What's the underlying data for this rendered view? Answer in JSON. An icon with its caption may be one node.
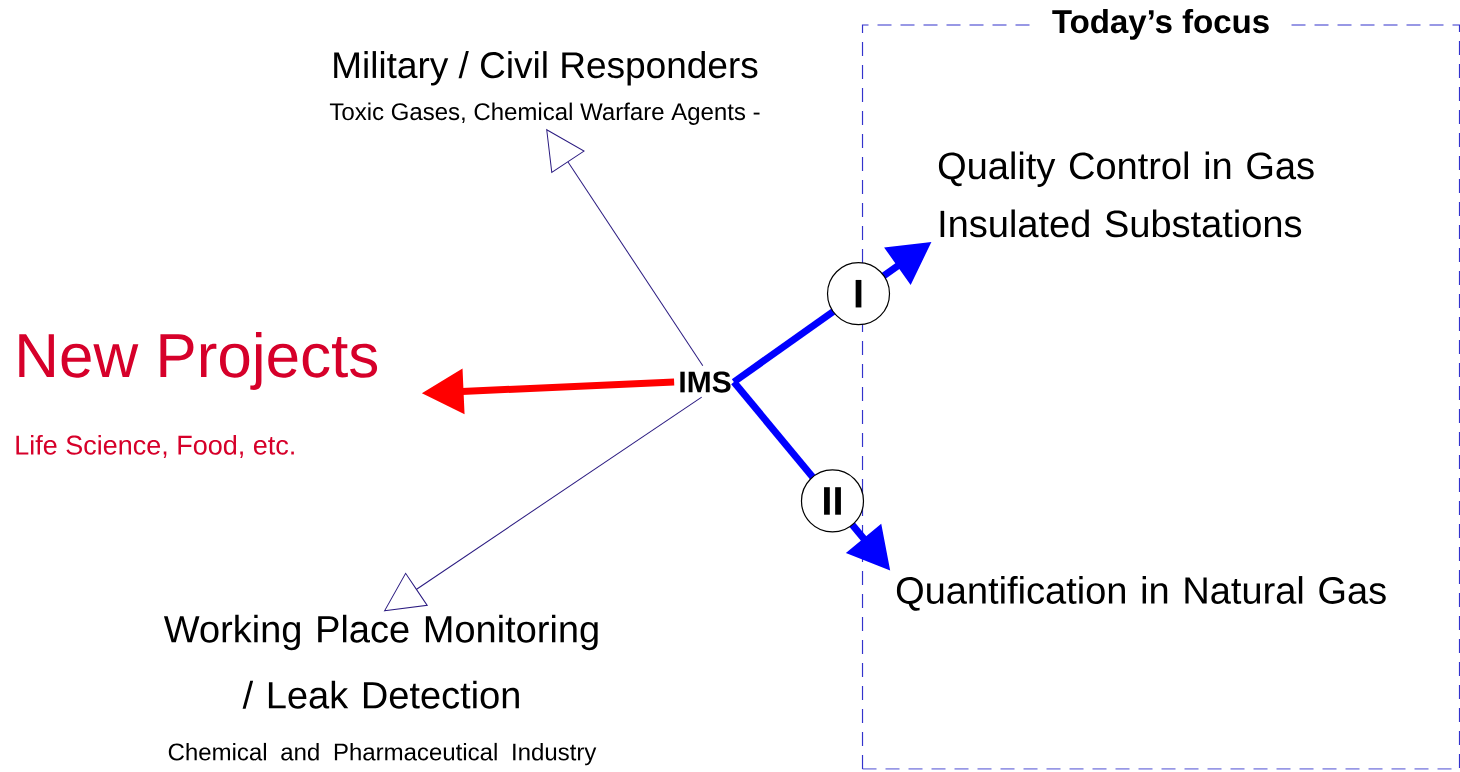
{
  "diagram": {
    "nodes": [
      {
        "text": [
          "IMS"
        ]
      },
      {
        "text": [
          "Military / Civil Responders",
          "Toxic Gases, Chemical Warfare Agents -"
        ]
      },
      {
        "text": [
          "New Projects",
          "Life Science, Food, etc."
        ]
      },
      {
        "text": [
          "Working Place Monitoring / Leak Detection",
          "Chemical and Pharmaceutical Industry"
        ]
      },
      {
        "text": [
          "Today’s focus"
        ]
      },
      {
        "text": [
          "Quality Control in Gas Insulated Substations"
        ],
        "in": 4
      },
      {
        "text": [
          "Quantification in Natural Gas"
        ],
        "in": 4
      }
    ],
    "edges": [
      {
        "from": 0,
        "to": 1,
        "arrow": "to"
      },
      {
        "from": 0,
        "to": 2,
        "arrow": "to",
        "color": "#ff0000"
      },
      {
        "from": 0,
        "to": 3,
        "arrow": "to"
      },
      {
        "from": 0,
        "to": 5,
        "arrow": "to",
        "label": "I",
        "color": "#0000ff"
      },
      {
        "from": 0,
        "to": 6,
        "arrow": "to",
        "label": "II",
        "color": "#0000ff"
      }
    ]
  }
}
